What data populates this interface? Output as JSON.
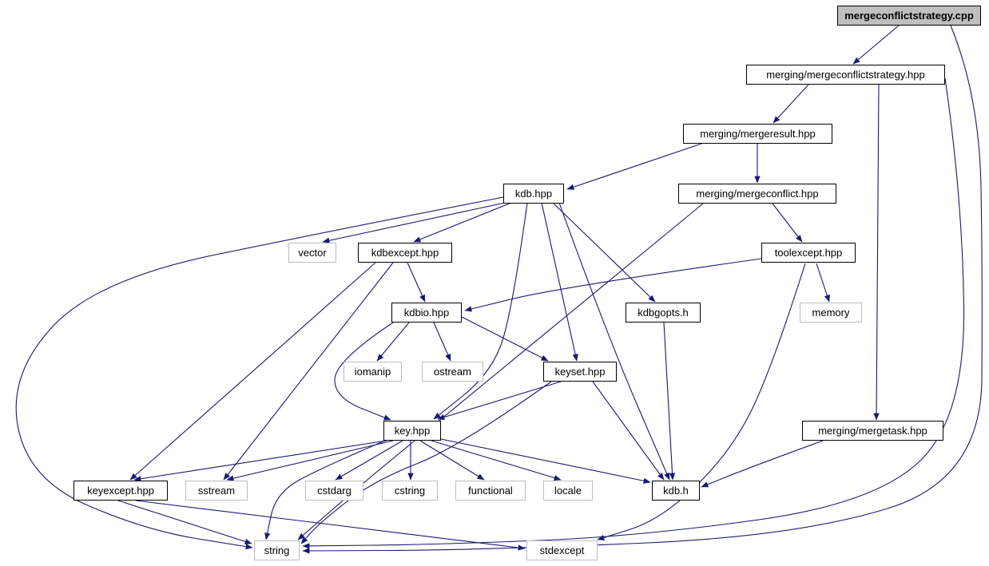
{
  "page": {
    "background": "#ffffff"
  },
  "diagram": {
    "kind": "doxygen-include-dependency-graph",
    "root_file": "mergeconflictstrategy.cpp",
    "colors": {
      "edge": "#191970",
      "node_border": "#000000",
      "external_border": "#bebebe",
      "current_fill": "#bfbfbf",
      "node_fill": "#ffffff",
      "text": "#000000"
    },
    "nodes": [
      {
        "id": "cpp",
        "label": "mergeconflictstrategy.cpp",
        "kind": "current"
      },
      {
        "id": "hpp",
        "label": "merging/mergeconflictstrategy.hpp",
        "kind": "project"
      },
      {
        "id": "mergeresult",
        "label": "merging/mergeresult.hpp",
        "kind": "project"
      },
      {
        "id": "mergeconflict",
        "label": "merging/mergeconflict.hpp",
        "kind": "project"
      },
      {
        "id": "kdbhpp",
        "label": "kdb.hpp",
        "kind": "project"
      },
      {
        "id": "vector",
        "label": "vector",
        "kind": "system"
      },
      {
        "id": "kdbexcept",
        "label": "kdbexcept.hpp",
        "kind": "project"
      },
      {
        "id": "toolexcept",
        "label": "toolexcept.hpp",
        "kind": "project"
      },
      {
        "id": "kdbio",
        "label": "kdbio.hpp",
        "kind": "project"
      },
      {
        "id": "kdbgopts",
        "label": "kdbgopts.h",
        "kind": "project"
      },
      {
        "id": "memory",
        "label": "memory",
        "kind": "system"
      },
      {
        "id": "iomanip",
        "label": "iomanip",
        "kind": "system"
      },
      {
        "id": "ostream",
        "label": "ostream",
        "kind": "system"
      },
      {
        "id": "keyset",
        "label": "keyset.hpp",
        "kind": "project"
      },
      {
        "id": "key",
        "label": "key.hpp",
        "kind": "project"
      },
      {
        "id": "mergetask",
        "label": "merging/mergetask.hpp",
        "kind": "project"
      },
      {
        "id": "keyexcept",
        "label": "keyexcept.hpp",
        "kind": "project"
      },
      {
        "id": "sstream",
        "label": "sstream",
        "kind": "system"
      },
      {
        "id": "cstdarg",
        "label": "cstdarg",
        "kind": "system"
      },
      {
        "id": "cstring",
        "label": "cstring",
        "kind": "system"
      },
      {
        "id": "functional",
        "label": "functional",
        "kind": "system"
      },
      {
        "id": "locale",
        "label": "locale",
        "kind": "system"
      },
      {
        "id": "kdbh",
        "label": "kdb.h",
        "kind": "project"
      },
      {
        "id": "string",
        "label": "string",
        "kind": "system"
      },
      {
        "id": "stdexcept",
        "label": "stdexcept",
        "kind": "system"
      }
    ],
    "edges": [
      {
        "from": "cpp",
        "to": "hpp"
      },
      {
        "from": "cpp",
        "to": "string"
      },
      {
        "from": "hpp",
        "to": "mergeresult"
      },
      {
        "from": "hpp",
        "to": "mergetask"
      },
      {
        "from": "hpp",
        "to": "string"
      },
      {
        "from": "mergeresult",
        "to": "kdbhpp"
      },
      {
        "from": "mergeresult",
        "to": "mergeconflict"
      },
      {
        "from": "mergeconflict",
        "to": "toolexcept"
      },
      {
        "from": "mergeconflict",
        "to": "string"
      },
      {
        "from": "toolexcept",
        "to": "kdbio"
      },
      {
        "from": "toolexcept",
        "to": "memory"
      },
      {
        "from": "toolexcept",
        "to": "stdexcept"
      },
      {
        "from": "kdbhpp",
        "to": "vector"
      },
      {
        "from": "kdbhpp",
        "to": "kdbexcept"
      },
      {
        "from": "kdbhpp",
        "to": "kdbgopts"
      },
      {
        "from": "kdbhpp",
        "to": "keyset"
      },
      {
        "from": "kdbhpp",
        "to": "key"
      },
      {
        "from": "kdbhpp",
        "to": "kdbh"
      },
      {
        "from": "kdbhpp",
        "to": "string"
      },
      {
        "from": "kdbexcept",
        "to": "kdbio"
      },
      {
        "from": "kdbexcept",
        "to": "keyexcept"
      },
      {
        "from": "kdbexcept",
        "to": "sstream"
      },
      {
        "from": "kdbio",
        "to": "iomanip"
      },
      {
        "from": "kdbio",
        "to": "ostream"
      },
      {
        "from": "kdbio",
        "to": "keyset"
      },
      {
        "from": "kdbio",
        "to": "key"
      },
      {
        "from": "keyset",
        "to": "key"
      },
      {
        "from": "keyset",
        "to": "kdbh"
      },
      {
        "from": "keyset",
        "to": "string"
      },
      {
        "from": "key",
        "to": "keyexcept"
      },
      {
        "from": "key",
        "to": "sstream"
      },
      {
        "from": "key",
        "to": "cstdarg"
      },
      {
        "from": "key",
        "to": "cstring"
      },
      {
        "from": "key",
        "to": "functional"
      },
      {
        "from": "key",
        "to": "locale"
      },
      {
        "from": "key",
        "to": "kdbh"
      },
      {
        "from": "key",
        "to": "string"
      },
      {
        "from": "keyexcept",
        "to": "string"
      },
      {
        "from": "keyexcept",
        "to": "stdexcept"
      },
      {
        "from": "kdbgopts",
        "to": "kdbh"
      },
      {
        "from": "mergetask",
        "to": "kdbh"
      }
    ]
  }
}
